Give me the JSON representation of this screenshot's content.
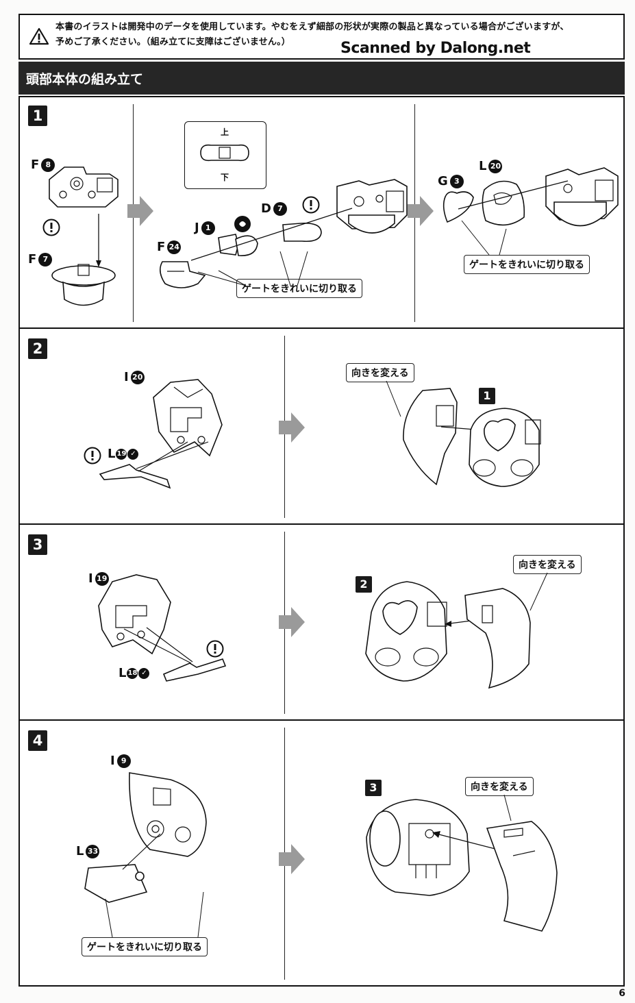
{
  "notice": {
    "line1": "本書のイラストは開発中のデータを使用しています。やむをえず細部の形状が実際の製品と異なっている場合がございますが、",
    "line2": "予めご了承ください。（組み立てに支障はございません。）"
  },
  "watermark": "Scanned by Dalong.net",
  "section_title": "頭部本体の組み立て",
  "steps": [
    {
      "number": "1",
      "parts": [
        {
          "letter": "F",
          "num": "8"
        },
        {
          "letter": "F",
          "num": "7"
        },
        {
          "letter": "J",
          "num": "1"
        },
        {
          "letter": "F",
          "num": "24"
        },
        {
          "letter": "D",
          "num": "7"
        },
        {
          "letter": "G",
          "num": "3"
        },
        {
          "letter": "L",
          "num": "20"
        }
      ],
      "inset_top": "上",
      "inset_bottom": "下",
      "callouts": [
        "ゲートをきれいに切り取る",
        "ゲートをきれいに切り取る"
      ]
    },
    {
      "number": "2",
      "parts": [
        {
          "letter": "I",
          "num": "20"
        },
        {
          "letter": "L",
          "num": "19"
        }
      ],
      "ref_step": "1",
      "callouts": [
        "向きを変える"
      ]
    },
    {
      "number": "3",
      "parts": [
        {
          "letter": "I",
          "num": "19"
        },
        {
          "letter": "L",
          "num": "18"
        }
      ],
      "ref_step": "2",
      "callouts": [
        "向きを変える"
      ]
    },
    {
      "number": "4",
      "parts": [
        {
          "letter": "I",
          "num": "9"
        },
        {
          "letter": "L",
          "num": "33"
        }
      ],
      "ref_step": "3",
      "callouts": [
        "ゲートをきれいに切り取る",
        "向きを変える"
      ]
    }
  ],
  "page_number": "6"
}
